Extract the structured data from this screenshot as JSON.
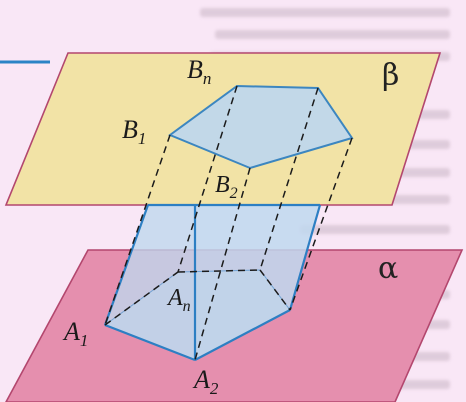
{
  "figure": {
    "plane_upper_label": "β",
    "plane_lower_label": "α",
    "vertex_labels": {
      "B1": "B",
      "B1_sub": "1",
      "Bn": "B",
      "Bn_sub": "n",
      "B2": "B",
      "B2_sub": "2",
      "A1": "A",
      "A1_sub": "1",
      "A2": "A",
      "A2_sub": "2",
      "An": "A",
      "An_sub": "n"
    },
    "colors": {
      "background": "#f9e7f6",
      "plane_beta_fill": "#f2e3a6",
      "plane_beta_edge": "#b3476e",
      "plane_alpha_fill": "#e58fae",
      "plane_alpha_edge": "#b3476e",
      "prism_fill": "#bfd8ee",
      "prism_edge": "#2d7fc3",
      "hidden_edge": "#1b1b1b",
      "accent_line": "#2b84c6"
    }
  }
}
